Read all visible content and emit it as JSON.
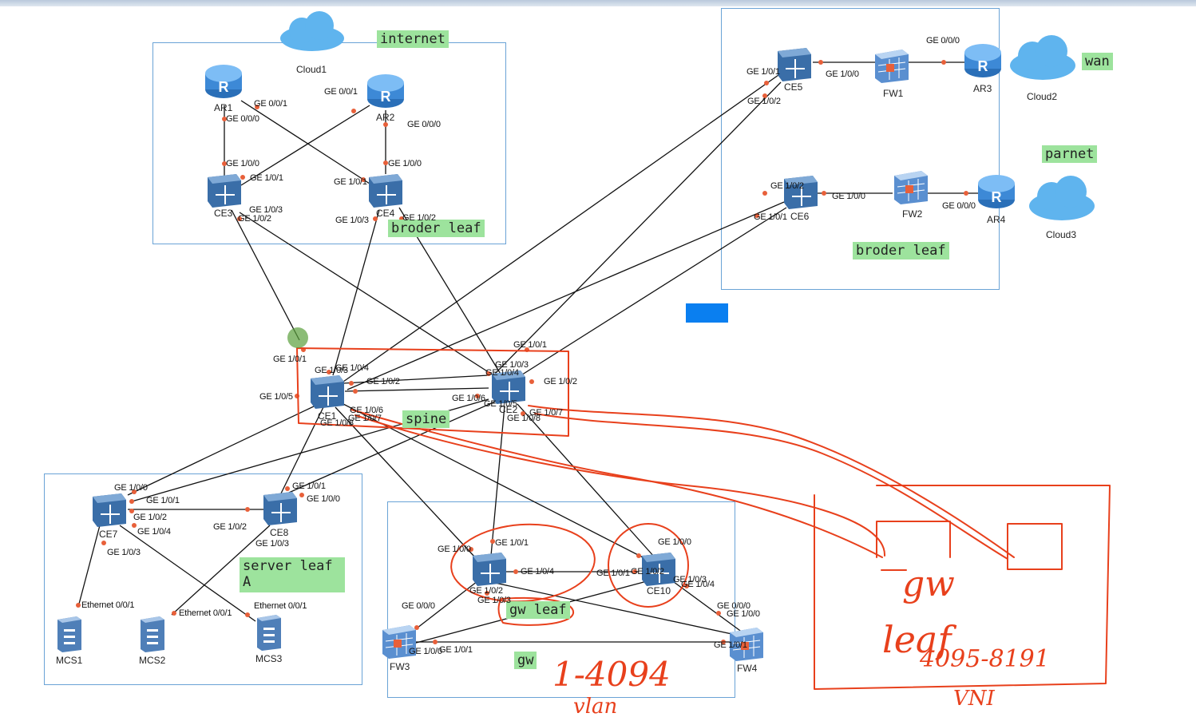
{
  "areas": {
    "internet": {
      "label": "internet"
    },
    "wan_border": {
      "label": "broder leaf"
    },
    "wan": {
      "label": "wan"
    },
    "parnet": {
      "label": "parnet"
    },
    "internet_border": {
      "label": "broder leaf"
    },
    "spine": {
      "label": "spine"
    },
    "server_leaf": {
      "label": "server leaf\nA"
    },
    "gw_leaf": {
      "label": "gw leaf"
    },
    "gw": {
      "label": "gw"
    }
  },
  "devices": {
    "cloud1": "Cloud1",
    "cloud2": "Cloud2",
    "cloud3": "Cloud3",
    "ar1": "AR1",
    "ar2": "AR2",
    "ar3": "AR3",
    "ar4": "AR4",
    "ce1": "CE1",
    "ce2": "CE2",
    "ce3": "CE3",
    "ce4": "CE4",
    "ce5": "CE5",
    "ce6": "CE6",
    "ce7": "CE7",
    "ce8": "CE8",
    "ce9": "",
    "ce10": "CE10",
    "fw1": "FW1",
    "fw2": "FW2",
    "fw3": "FW3",
    "fw4": "FW4",
    "mcs1": "MCS1",
    "mcs2": "MCS2",
    "mcs3": "MCS3"
  },
  "ports": {
    "ar1_g001": "GE 0/0/1",
    "ar1_g000": "GE 0/0/0",
    "ar2_g001": "GE 0/0/1",
    "ar2_g000": "GE 0/0/0",
    "ce3_100": "GE 1/0/0",
    "ce3_101": "GE 1/0/1",
    "ce3_103": "GE 1/0/3",
    "ce3_102": "GE 1/0/2",
    "ce4_101": "GE 1/0/1",
    "ce4_100": "GE 1/0/0",
    "ce4_103": "GE 1/0/3",
    "ce4_102": "GE 1/0/2",
    "ce5_101": "GE 1/0/1",
    "ce5_102": "GE 1/0/2",
    "ce5_100": "GE 1/0/0",
    "ar3_000": "GE 0/0/0",
    "ce6_102": "GE 1/0/2",
    "ce6_101": "GE 1/0/1",
    "ce6_100": "GE 1/0/0",
    "ar4_000": "GE 0/0/0",
    "ce1_101": "GE 1/0/1",
    "ce1_105": "GE 1/0/5",
    "ce1_103": "GE 1/0/3",
    "ce1_104": "GE 1/0/4",
    "ce1_102": "GE 1/0/2",
    "ce1_107": "GE 1/0/7",
    "ce1_106": "GE 1/0/6",
    "ce1_108": "GE 1/0/8",
    "ce2_101": "GE 1/0/1",
    "ce2_103": "GE 1/0/3",
    "ce2_104": "GE 1/0/4",
    "ce2_102": "GE 1/0/2",
    "ce2_106": "GE 1/0/6",
    "ce2_105": "GE 1/0/5",
    "ce2_107": "GE 1/0/7",
    "ce2_108": "GE 1/0/8",
    "ce7_100": "GE 1/0/0",
    "ce7_101": "GE 1/0/1",
    "ce7_102": "GE 1/0/2",
    "ce7_104": "GE 1/0/4",
    "ce7_103": "GE 1/0/3",
    "ce8_101": "GE 1/0/1",
    "ce8_100": "GE 1/0/0",
    "ce8_102": "GE 1/0/2",
    "ce8_103": "GE 1/0/3",
    "mcs1_eth": "Ethernet 0/0/1",
    "mcs2_eth": "Ethernet 0/0/1",
    "mcs3_eth": "Ethernet 0/0/1",
    "ce9_100": "GE 1/0/0",
    "ce9_101": "GE 1/0/1",
    "ce9_104": "GE 1/0/4",
    "ce9_102": "GE 1/0/2",
    "ce9_103": "GE 1/0/3",
    "ce10_100": "GE 1/0/0",
    "ce10_101": "GE 1/0/1",
    "ce10_102": "GE 1/0/2",
    "ce10_103": "GE 1/0/3",
    "ce10_104": "GE 1/0/4",
    "fw3_000": "GE 0/0/0",
    "fw3_100": "GE 1/0/0",
    "fw3_101": "GE 1/0/1",
    "fw4_000": "GE 0/0/0",
    "fw4_100": "GE 1/0/0",
    "fw4_101": "GE 1/0/1"
  },
  "handwriting": {
    "gw": "gw",
    "leaf": "leaf",
    "vni_range": "4095-8191",
    "vni": "VNI",
    "vlan_range": "1-4094",
    "vlan": "vlan"
  },
  "colors": {
    "annotation": "#e8401c",
    "area_border": "#6aa3d6",
    "label_bg": "#9de39d",
    "link": "#111111",
    "port_dot": "#e8603a",
    "selection": "#0a7ff0"
  },
  "icons": {
    "cloud": "cloud-icon",
    "router": "router-icon",
    "switch": "switch-icon",
    "firewall": "firewall-icon",
    "server": "server-icon"
  }
}
